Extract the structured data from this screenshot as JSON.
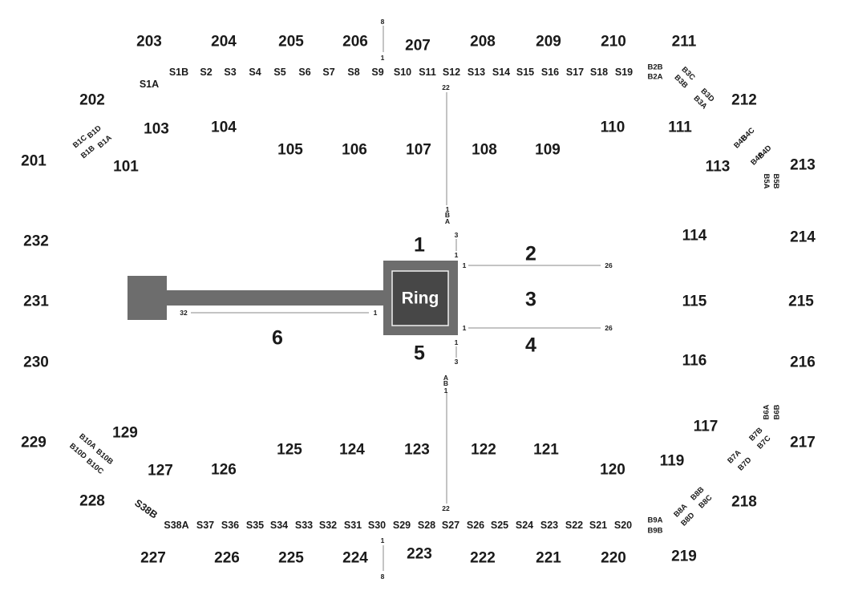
{
  "colors": {
    "stage": "#6d6d6d",
    "ring_dark": "#474747",
    "ring_border": "#f0f0f0",
    "guide_line": "#8a8a8a",
    "text": "#1a1a1a"
  },
  "ring": {
    "label": "Ring"
  },
  "upper_sections": [
    "201",
    "202",
    "203",
    "204",
    "205",
    "206",
    "207",
    "208",
    "209",
    "210",
    "211",
    "212",
    "213",
    "214",
    "215",
    "216",
    "217",
    "218",
    "219",
    "220",
    "221",
    "222",
    "223",
    "224",
    "225",
    "226",
    "227",
    "228",
    "229",
    "230",
    "231",
    "232"
  ],
  "lower_sections": [
    "101",
    "103",
    "104",
    "105",
    "106",
    "107",
    "108",
    "109",
    "110",
    "111",
    "113",
    "114",
    "115",
    "116",
    "117",
    "119",
    "120",
    "121",
    "122",
    "123",
    "124",
    "125",
    "126",
    "127",
    "129"
  ],
  "suites": [
    "S1A",
    "S1B",
    "S2",
    "S3",
    "S4",
    "S5",
    "S6",
    "S7",
    "S8",
    "S9",
    "S10",
    "S11",
    "S12",
    "S13",
    "S14",
    "S15",
    "S16",
    "S17",
    "S18",
    "S19",
    "S20",
    "S21",
    "S22",
    "S23",
    "S24",
    "S25",
    "S26",
    "S27",
    "S28",
    "S29",
    "S30",
    "S31",
    "S32",
    "S33",
    "S34",
    "S35",
    "S36",
    "S37",
    "S38A",
    "S38B"
  ],
  "boxes": [
    "B1A",
    "B1B",
    "B1C",
    "B1D",
    "B2A",
    "B2B",
    "B3A",
    "B3B",
    "B3C",
    "B3D",
    "B4A",
    "B4B",
    "B4C",
    "B4D",
    "B5A",
    "B5B",
    "B6A",
    "B6B",
    "B7A",
    "B7B",
    "B7C",
    "B7D",
    "B8A",
    "B8B",
    "B8C",
    "B8D",
    "B9A",
    "B9B",
    "B10A",
    "B10B",
    "B10C",
    "B10D"
  ],
  "floor_sections": [
    "1",
    "2",
    "3",
    "4",
    "5",
    "6"
  ],
  "row_numbers": [
    "8",
    "1",
    "22",
    "1",
    "B",
    "A",
    "3",
    "1",
    "1",
    "26",
    "1",
    "26",
    "1",
    "3",
    "A",
    "B",
    "1",
    "22",
    "1",
    "8",
    "32",
    "1"
  ]
}
